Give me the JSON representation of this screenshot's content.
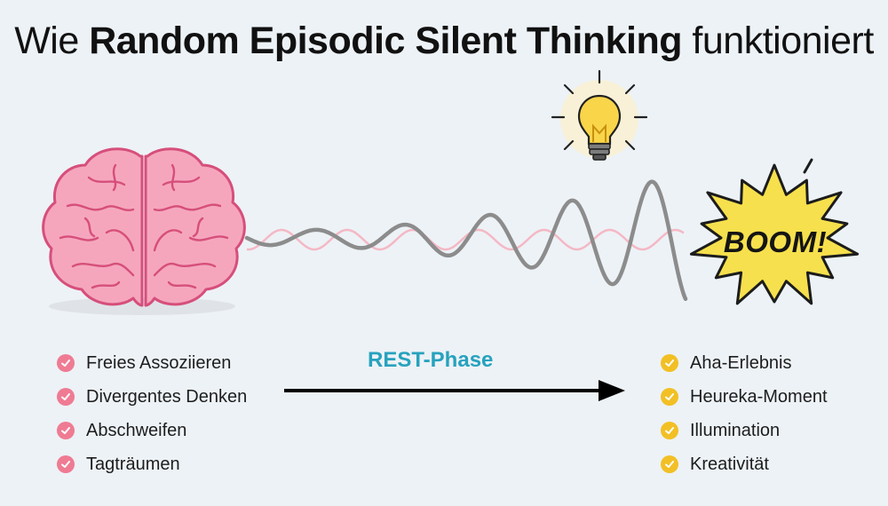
{
  "title": {
    "prefix": "Wie ",
    "bold": "Random Episodic Silent Thinking",
    "suffix": " funktioniert"
  },
  "phase_label": "REST-Phase",
  "burst_label": "BOOM!",
  "left_list": [
    "Freies Assoziieren",
    "Divergentes Denken",
    "Abschweifen",
    "Tagträumen"
  ],
  "right_list": [
    "Aha-Erlebnis",
    "Heureka-Moment",
    "Illumination",
    "Kreativität"
  ],
  "colors": {
    "background": "#edf2f6",
    "brain": "#f5a6bd",
    "brain_outline": "#d64f7b",
    "wave": "#8c8c8c",
    "wave_faint": "#f4b8c5",
    "burst": "#f7e04d",
    "phase": "#27a2be",
    "check_left": "#ef7b93",
    "check_right": "#f2c025"
  },
  "icons": [
    "brain-icon",
    "lightbulb-icon",
    "burst-icon",
    "arrow-right-icon",
    "check-icon"
  ]
}
